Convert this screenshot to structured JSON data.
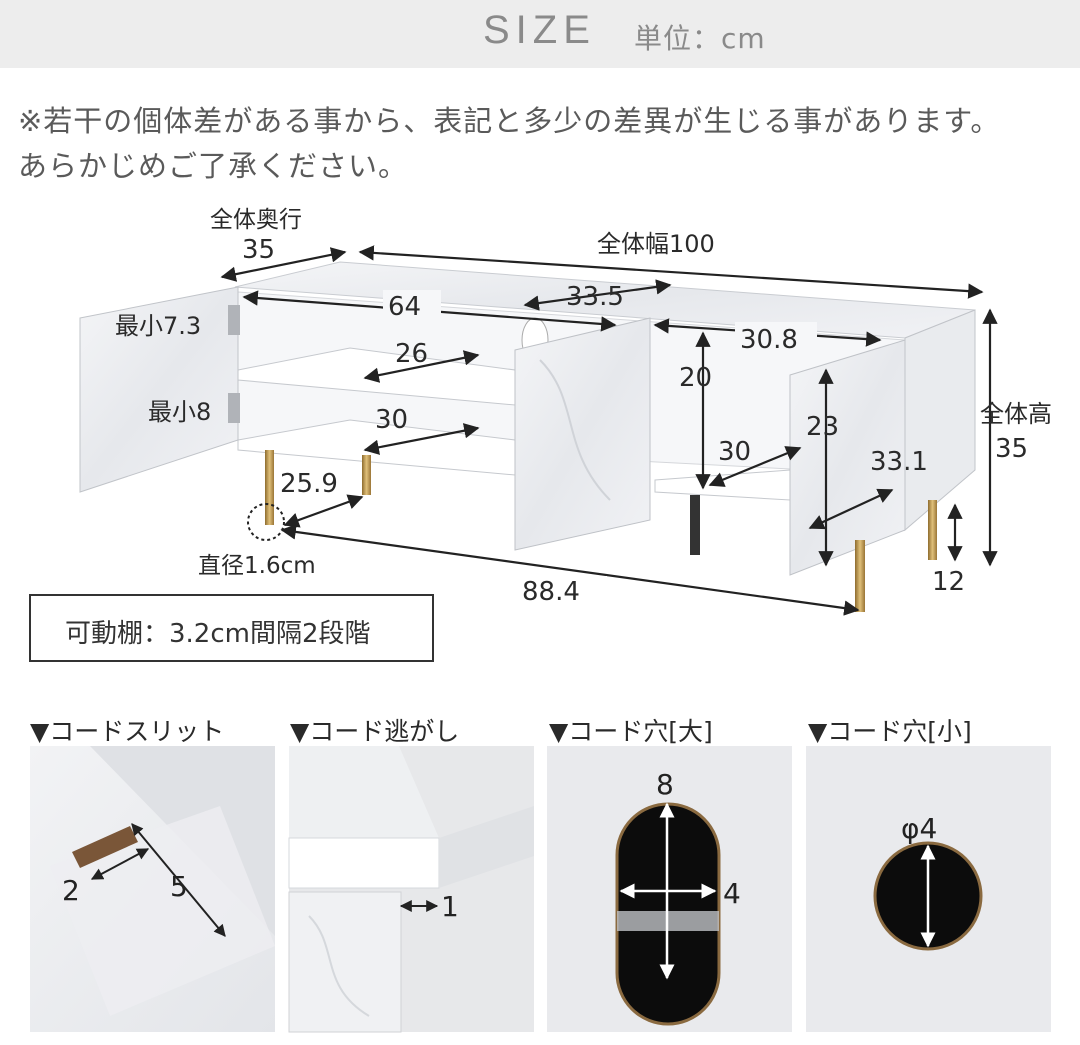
{
  "header": {
    "title": "SIZE",
    "unit": "単位：cm"
  },
  "notes": {
    "line1": "※若干の個体差がある事から、表記と多少の差異が生じる事があります。",
    "line2": "あらかじめご了承ください。"
  },
  "dimensions": {
    "depth_label": "全体奥行",
    "depth_value": "35",
    "width_label": "全体幅100",
    "height_label": "全体高",
    "height_value": "35",
    "min73": "最小7.3",
    "min8": "最小8",
    "d64": "64",
    "d335": "33.5",
    "d308": "30.8",
    "d26": "26",
    "d30a": "30",
    "d20": "20",
    "d23": "23",
    "d30b": "30",
    "d331": "33.1",
    "d259": "25.9",
    "diameter": "直径1.6cm",
    "d884": "88.4",
    "d12": "12"
  },
  "shelf_note": "可動棚：3.2cm間隔2段階",
  "details": [
    {
      "title": "▼コードスリット",
      "dims": [
        "2",
        "5"
      ]
    },
    {
      "title": "▼コード逃がし",
      "dims": [
        "1"
      ]
    },
    {
      "title": "▼コード穴[大]",
      "dims": [
        "8",
        "4"
      ]
    },
    {
      "title": "▼コード穴[小]",
      "dims": [
        "φ4"
      ]
    }
  ],
  "colors": {
    "header_bg": "#ededed",
    "leg_gold": "#b8924a",
    "marble": "#eef0f3"
  }
}
